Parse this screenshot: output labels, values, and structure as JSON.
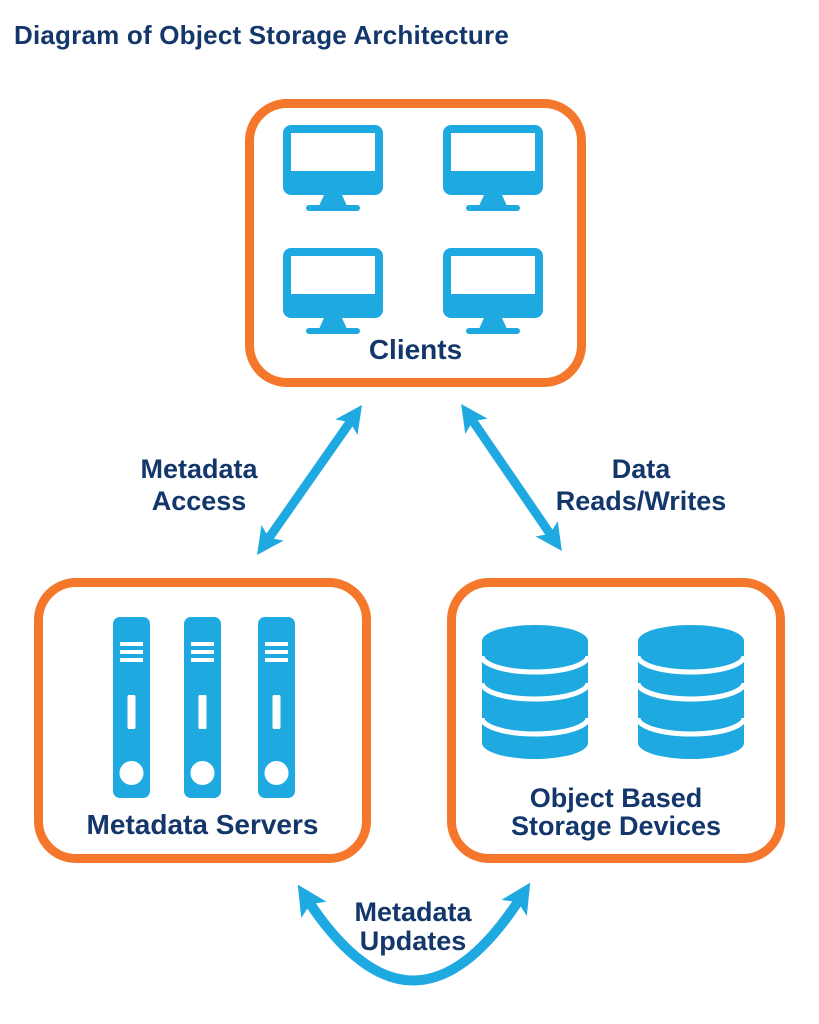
{
  "page": {
    "background": "#FFFFFF"
  },
  "title": "Diagram of Object Storage Architecture",
  "colors": {
    "box_border_orange": "#F4772C",
    "icon_blue": "#1FA9E1",
    "text_navy": "#13366B"
  },
  "nodes": {
    "clients": {
      "label": "Clients",
      "icon": "monitor-icon",
      "icon_count": 4
    },
    "metadata_servers": {
      "label": "Metadata Servers",
      "icon": "server-binder-icon",
      "icon_count": 3
    },
    "object_storage": {
      "label": "Object Based\nStorage Devices",
      "icon": "database-cylinder-icon",
      "icon_count": 2
    }
  },
  "edges": {
    "metadata_access": {
      "label": "Metadata\nAccess",
      "type": "double-headed-arrow",
      "from": "clients",
      "to": "metadata_servers"
    },
    "data_reads_writes": {
      "label": "Data\nReads/Writes",
      "type": "double-headed-arrow",
      "from": "clients",
      "to": "object_storage"
    },
    "metadata_updates": {
      "label": "Metadata\nUpdates",
      "type": "curved-double-headed-arrow",
      "from": "metadata_servers",
      "to": "object_storage"
    }
  }
}
